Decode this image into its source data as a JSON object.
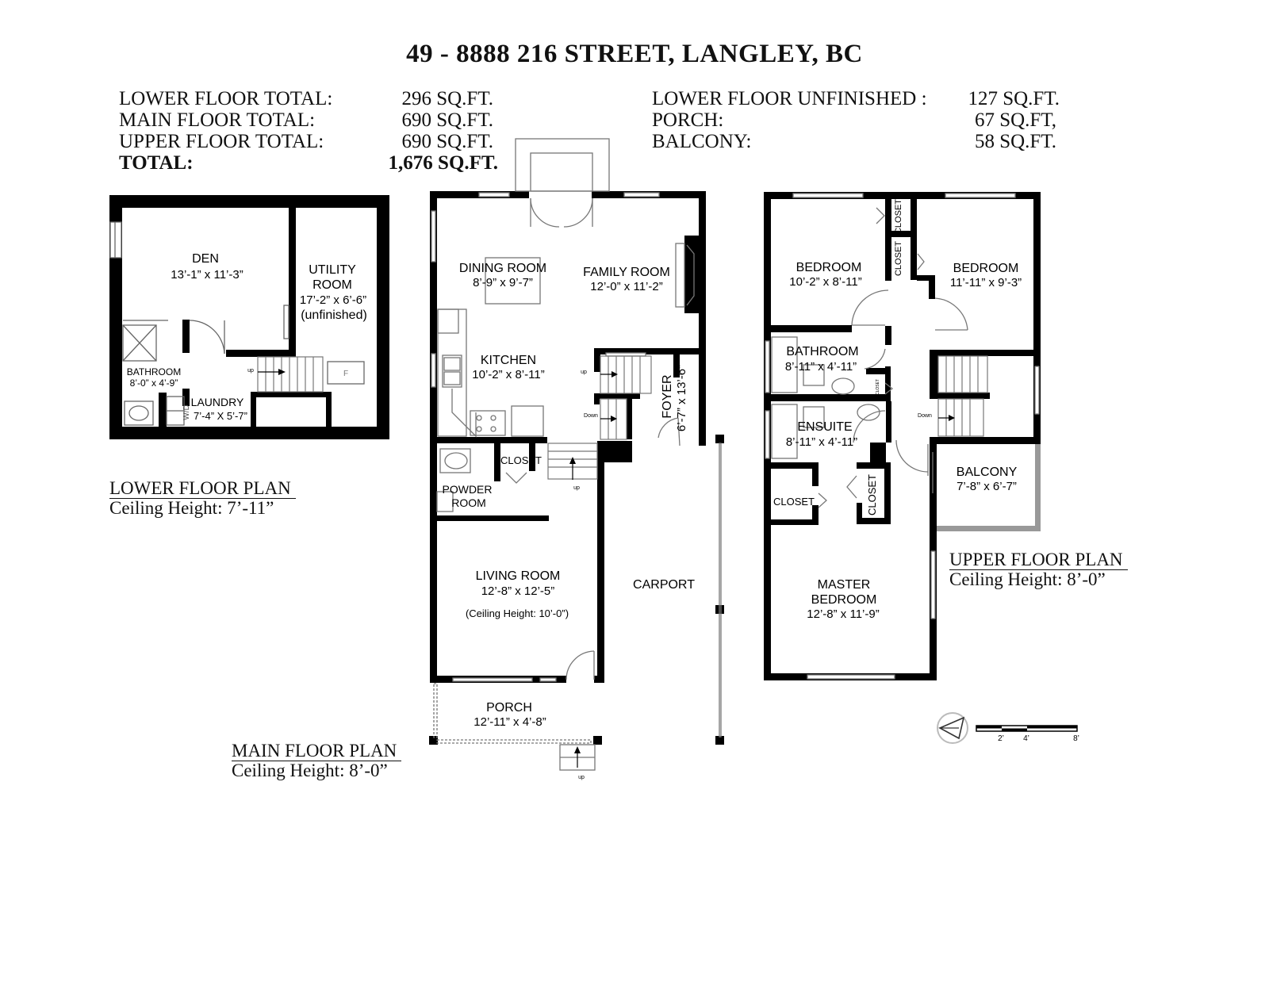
{
  "header": {
    "address": "49 - 8888 216 STREET, LANGLEY, BC"
  },
  "area_summary": {
    "left": [
      {
        "label": "LOWER FLOOR TOTAL:",
        "value": "296 SQ.FT."
      },
      {
        "label": "MAIN FLOOR TOTAL:",
        "value": "690 SQ.FT."
      },
      {
        "label": "UPPER FLOOR TOTAL:",
        "value": "690 SQ.FT."
      },
      {
        "label": "TOTAL:",
        "value": "1,676 SQ.FT."
      }
    ],
    "right": [
      {
        "label": "LOWER FLOOR UNFINISHED :",
        "value": "127 SQ.FT."
      },
      {
        "label": "PORCH:",
        "value": "67 SQ.FT,"
      },
      {
        "label": "BALCONY:",
        "value": "58 SQ.FT."
      }
    ]
  },
  "lower_floor": {
    "plan_name": "LOWER FLOOR PLAN",
    "ceiling": "Ceiling Height: 7’-11”",
    "den": {
      "name": "DEN",
      "dim": "13’-1” x 11’-3”"
    },
    "utility": {
      "name1": "UTILITY",
      "name2": "ROOM",
      "dim": "17’-2” x 6’-6”",
      "note": "(unfinished)"
    },
    "bathroom": {
      "name": "BATHROOM",
      "dim": "8’-0” x 4’-9”"
    },
    "laundry": {
      "name": "LAUNDRY",
      "dim": "7’-4” X 5’-7”",
      "wd": "W/D"
    },
    "up": "up",
    "furnace": "F"
  },
  "main_floor": {
    "plan_name": "MAIN FLOOR PLAN",
    "ceiling": "Ceiling Height: 8’-0”",
    "dining": {
      "name": "DINING  ROOM",
      "dim": "8’-9” x 9’-7”"
    },
    "family": {
      "name": "FAMILY ROOM",
      "dim": "12’-0” x 11’-2”"
    },
    "kitchen": {
      "name": "KITCHEN",
      "dim": "10’-2” x 8’-11”"
    },
    "foyer": {
      "name": "FOYER",
      "dim": "6’-7” x 13’-6”"
    },
    "closet": "CLOSET",
    "powder": {
      "name1": "POWDER",
      "name2": "ROOM"
    },
    "living": {
      "name": "LIVING ROOM",
      "dim": "12’-8” x 12’-5”",
      "note": "(Ceiling Height: 10’-0”)"
    },
    "carport": "CARPORT",
    "porch": {
      "name": "PORCH",
      "dim": "12’-11” x 4’-8”"
    },
    "up": "up",
    "down": "Down"
  },
  "upper_floor": {
    "plan_name": "UPPER FLOOR PLAN",
    "ceiling": "Ceiling Height: 8’-0”",
    "bedroom1": {
      "name": "BEDROOM",
      "dim": "10’-2” x 8’-11”"
    },
    "bedroom2": {
      "name": "BEDROOM",
      "dim": "11’-11” x 9’-3”"
    },
    "bathroom": {
      "name": "BATHROOM",
      "dim": "8’-11” x 4’-11”"
    },
    "ensuite": {
      "name": "ENSUITE",
      "dim": "8’-11” x 4’-11”"
    },
    "balcony": {
      "name": "BALCONY",
      "dim": "7’-8” x 6’-7”"
    },
    "master": {
      "name1": "MASTER",
      "name2": "BEDROOM",
      "dim": "12’-8” x 11’-9”"
    },
    "closet": "CLOSET",
    "down": "Down"
  },
  "scale_bar": {
    "t2": "2’",
    "t4": "4’",
    "t8": "8’"
  }
}
